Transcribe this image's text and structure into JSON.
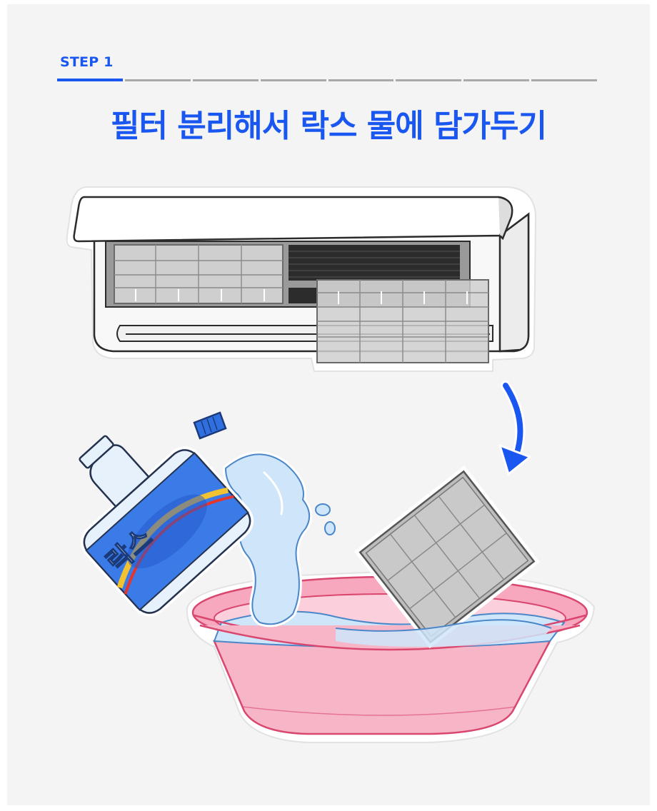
{
  "step": {
    "label": "STEP 1",
    "current": 1,
    "total": 8
  },
  "title": "필터 분리해서 락스 물에 담가두기",
  "bottle": {
    "label": "락스"
  },
  "colors": {
    "accent": "#1a56f0",
    "progress_track": "#a9a9a9",
    "background": "#f4f4f4",
    "basin": "#f7b6c8",
    "water": "#cfe6fa"
  },
  "icons": {
    "arrow": "curved-arrow-down-icon"
  }
}
